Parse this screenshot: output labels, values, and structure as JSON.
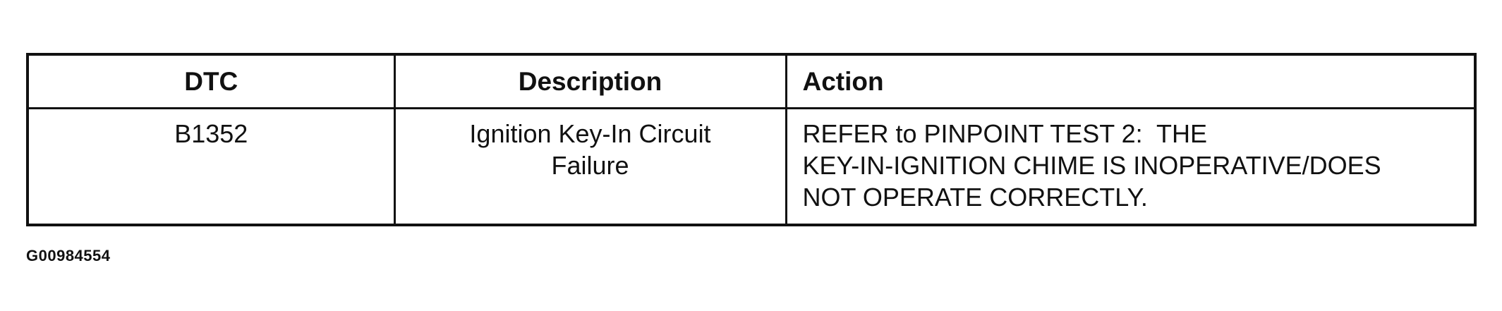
{
  "table": {
    "headers": [
      "DTC",
      "Description",
      "Action"
    ],
    "rows": [
      {
        "dtc": "B1352",
        "description_lines": [
          "Ignition Key-In Circuit",
          "Failure"
        ],
        "action_lines": [
          "REFER to PINPOINT TEST 2:  THE",
          "KEY-IN-IGNITION CHIME IS INOPERATIVE/DOES",
          "NOT OPERATE CORRECTLY."
        ]
      }
    ]
  },
  "figure_id": "G00984554"
}
